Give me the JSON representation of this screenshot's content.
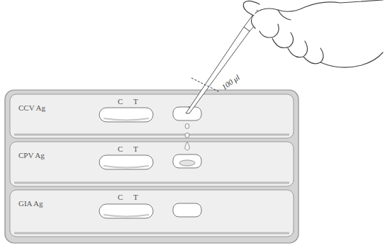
{
  "diagram": {
    "nodes": [
      {
        "text": [
          "CCV Ag",
          "C T"
        ]
      },
      {
        "text": [
          "CPV Ag",
          "C T"
        ]
      },
      {
        "text": [
          "GIA Ag",
          "C T"
        ]
      }
    ],
    "labels": [
      "100 μl"
    ]
  }
}
